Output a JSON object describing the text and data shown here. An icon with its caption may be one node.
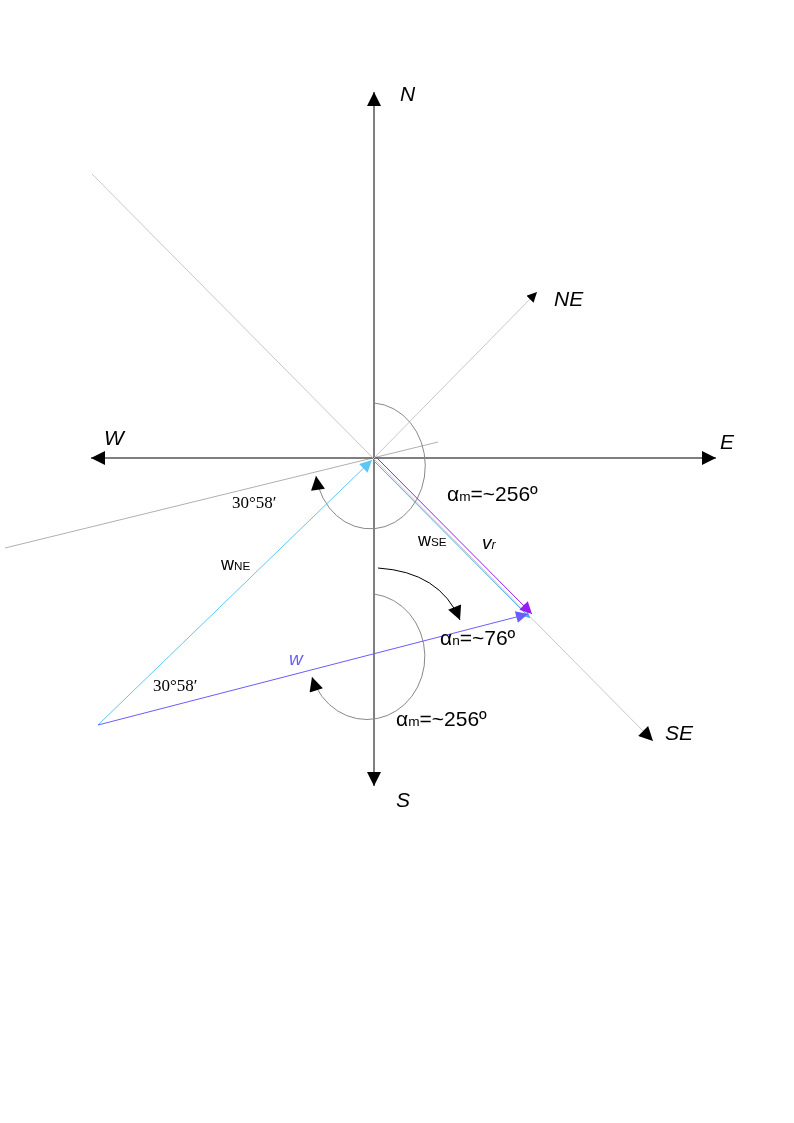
{
  "diagram": {
    "labels": [
      "N",
      "NE",
      "W",
      "E",
      "30°58′",
      "α$_{m}$=~256º",
      "w$_{SE}$",
      "v$_{r}$",
      "w$_{NE}$",
      "α$_{n}$=~76º",
      "w",
      "30°58′",
      "α$_{m}$=~256º",
      "SE",
      "S"
    ]
  }
}
